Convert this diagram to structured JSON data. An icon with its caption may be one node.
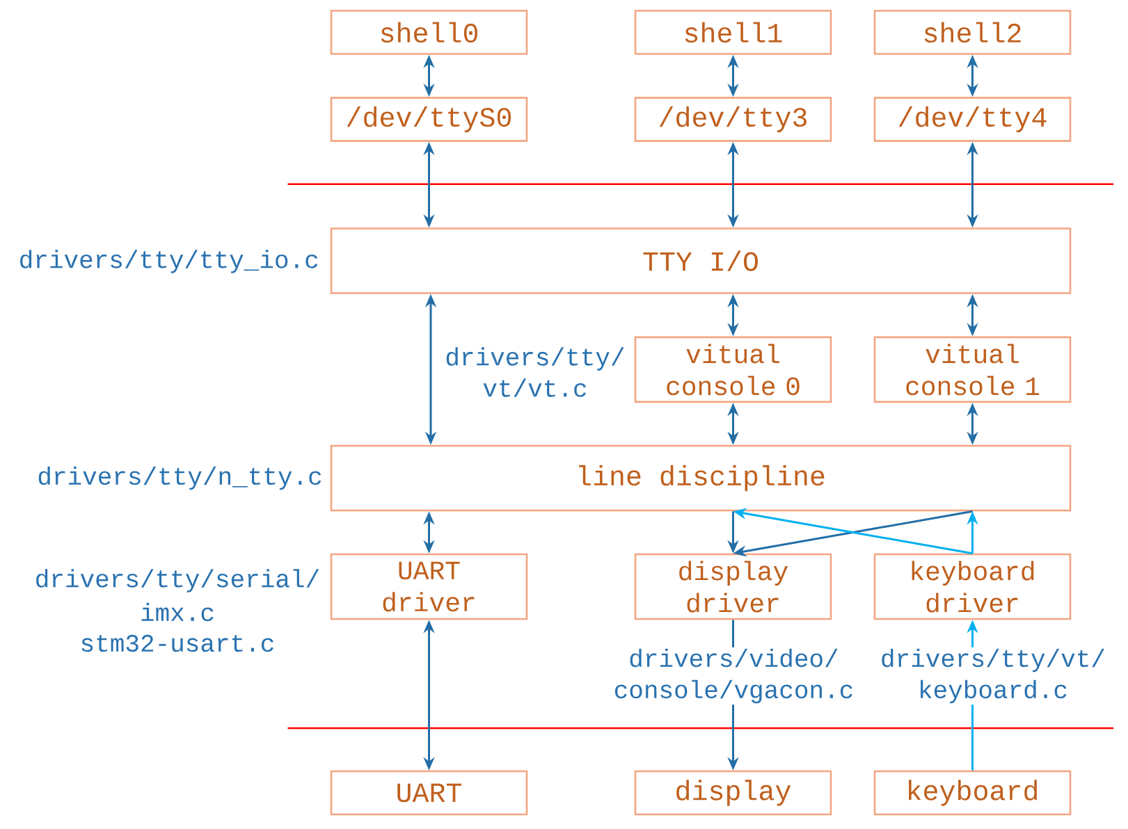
{
  "diagram": {
    "nodes": [
      {
        "text": [
          "shell0"
        ]
      },
      {
        "text": [
          "shell1"
        ]
      },
      {
        "text": [
          "shell2"
        ]
      },
      {
        "text": [
          "/dev/ttyS0"
        ]
      },
      {
        "text": [
          "/dev/tty3"
        ]
      },
      {
        "text": [
          "/dev/tty4"
        ]
      },
      {
        "text": [
          "TTY I/O"
        ],
        "beside": [
          "drivers/tty/tty_io.c"
        ]
      },
      {
        "text": [
          "vitual console 0"
        ],
        "beside": [
          "drivers/tty/ vt/vt.c"
        ]
      },
      {
        "text": [
          "vitual console 1"
        ]
      },
      {
        "text": [
          "line discipline"
        ],
        "beside": [
          "drivers/tty/n_tty.c"
        ]
      },
      {
        "text": [
          "UART driver"
        ],
        "beside": [
          "drivers/tty/serial/",
          "imx.c",
          "stm32-usart.c"
        ]
      },
      {
        "text": [
          "display driver"
        ],
        "beside": [
          "drivers/video/ console/vgacon.c"
        ]
      },
      {
        "text": [
          "keyboard driver"
        ],
        "beside": [
          "drivers/tty/vt/ keyboard.c"
        ]
      },
      {
        "text": [
          "UART"
        ]
      },
      {
        "text": [
          "display"
        ]
      },
      {
        "text": [
          "keyboard"
        ]
      }
    ],
    "edges": [
      {
        "from": 0,
        "to": 3,
        "arrow": "both"
      },
      {
        "from": 1,
        "to": 4,
        "arrow": "both"
      },
      {
        "from": 2,
        "to": 5,
        "arrow": "both"
      },
      {
        "from": 3,
        "to": 6,
        "arrow": "both"
      },
      {
        "from": 4,
        "to": 6,
        "arrow": "both"
      },
      {
        "from": 5,
        "to": 6,
        "arrow": "both"
      },
      {
        "from": 6,
        "to": 9,
        "arrow": "both"
      },
      {
        "from": 6,
        "to": 7,
        "arrow": "both"
      },
      {
        "from": 6,
        "to": 8,
        "arrow": "both"
      },
      {
        "from": 7,
        "to": 9,
        "arrow": "both"
      },
      {
        "from": 8,
        "to": 9,
        "arrow": "both"
      },
      {
        "from": 9,
        "to": 11,
        "arrow": "to"
      },
      {
        "from": 9,
        "to": 11,
        "arrow": "to"
      },
      {
        "from": 12,
        "to": 9,
        "arrow": "to",
        "color": "#00b0f0"
      },
      {
        "from": 12,
        "to": 9,
        "arrow": "to",
        "color": "#00b0f0"
      },
      {
        "from": 10,
        "to": 13,
        "arrow": "both"
      },
      {
        "from": 9,
        "to": 10,
        "arrow": "both"
      },
      {
        "from": 11,
        "to": 14,
        "arrow": "to"
      },
      {
        "from": 15,
        "to": 12,
        "arrow": "to",
        "color": "#00b0f0"
      }
    ]
  }
}
